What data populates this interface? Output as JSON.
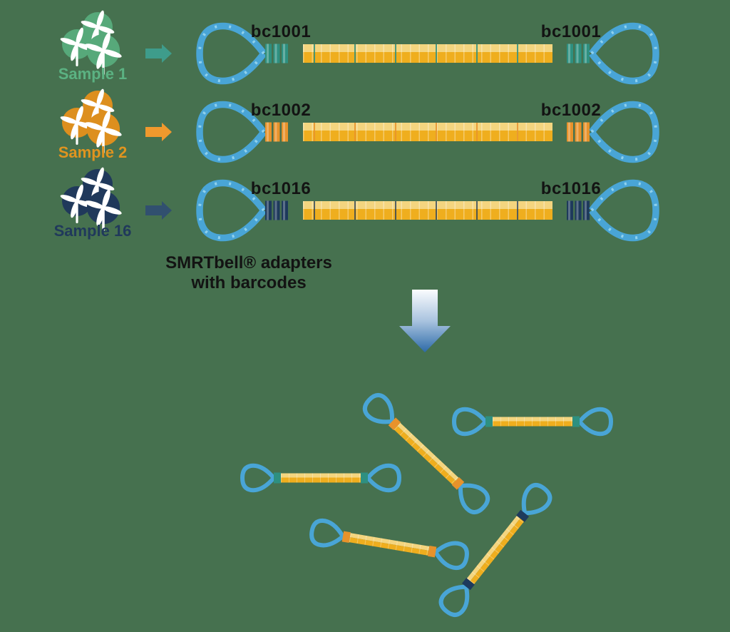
{
  "rows": [
    {
      "sample_label": "Sample 1",
      "barcode_label_left": "bc1001",
      "barcode_label_right": "bc1001",
      "barcode_color_name": "teal"
    },
    {
      "sample_label": "Sample 2",
      "barcode_label_left": "bc1002",
      "barcode_label_right": "bc1002",
      "barcode_color_name": "orange"
    },
    {
      "sample_label": "Sample 16",
      "barcode_label_left": "bc1016",
      "barcode_label_right": "bc1016",
      "barcode_color_name": "navy"
    }
  ],
  "caption": {
    "line1": "SMRTbell® adapters",
    "line2": "with barcodes"
  },
  "icons": {
    "sample_icon": "turbine-cluster-icon",
    "flow_arrow": "right-arrow-icon",
    "pool_arrow": "down-arrow-icon",
    "adapter": "smrtbell-loop-icon"
  },
  "pooled_molecules": [
    {
      "barcode_color_name": "orange"
    },
    {
      "barcode_color_name": "teal"
    },
    {
      "barcode_color_name": "teal"
    },
    {
      "barcode_color_name": "orange"
    },
    {
      "barcode_color_name": "navy"
    }
  ],
  "colors": {
    "background": "#46714F",
    "loop_blue": "#49A5D6",
    "loop_tick": "#93D3EE",
    "bar_light": "#F4D57F",
    "bar_dark": "#EFAE1E",
    "barcode_teal": "#2E9080",
    "barcode_orange": "#E8922B",
    "barcode_navy": "#1E3A5C",
    "sample1_green": "#5BB282",
    "sample1_circle": "#57A97A",
    "sample2_orange": "#E0941F",
    "sample2_circle": "#DD8F1E",
    "sample16_navy": "#20395B",
    "arrow_teal": "#3E9C8B",
    "arrow_orange": "#F0992D",
    "arrow_navy": "#31506F",
    "label_ink": "#131313",
    "pool_arrow_top": "#FAFCFE",
    "pool_arrow_mid": "#A9C3DF",
    "pool_arrow_bottom": "#2C6AA8"
  }
}
